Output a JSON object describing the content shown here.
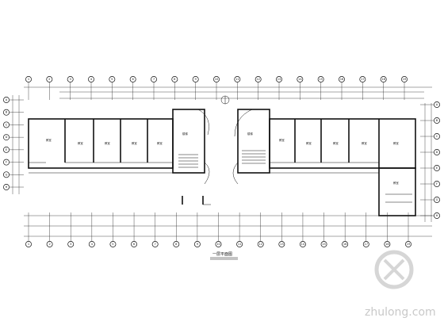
{
  "drawing": {
    "title": "一层平面图",
    "axis_top": [
      "1",
      "2",
      "3",
      "4",
      "5",
      "6",
      "7",
      "8",
      "9",
      "10",
      "11",
      "12",
      "13",
      "14",
      "15",
      "16",
      "17",
      "18",
      "19"
    ],
    "axis_bottom": [
      "1",
      "2",
      "3",
      "4",
      "5",
      "6",
      "7",
      "8",
      "9",
      "10",
      "11",
      "12",
      "13",
      "14",
      "15",
      "16",
      "17",
      "18",
      "19"
    ],
    "axis_left": [
      "A",
      "B",
      "C",
      "D",
      "E",
      "F",
      "G",
      "H"
    ],
    "axis_right": [
      "A",
      "B",
      "C",
      "D",
      "E",
      "F",
      "G",
      "H"
    ],
    "rooms": [
      {
        "label": "教室"
      },
      {
        "label": "教室"
      },
      {
        "label": "教室"
      },
      {
        "label": "教室"
      },
      {
        "label": "教室"
      },
      {
        "label": "楼梯"
      },
      {
        "label": "楼梯"
      },
      {
        "label": "教室"
      },
      {
        "label": "教室"
      },
      {
        "label": "教室"
      },
      {
        "label": "教室"
      },
      {
        "label": "教室"
      },
      {
        "label": "教室"
      }
    ]
  },
  "watermark": {
    "text": "zhulong.com"
  },
  "colors": {
    "line": "#111111",
    "paper": "#ffffff",
    "watermark": "#c9c9c9"
  }
}
